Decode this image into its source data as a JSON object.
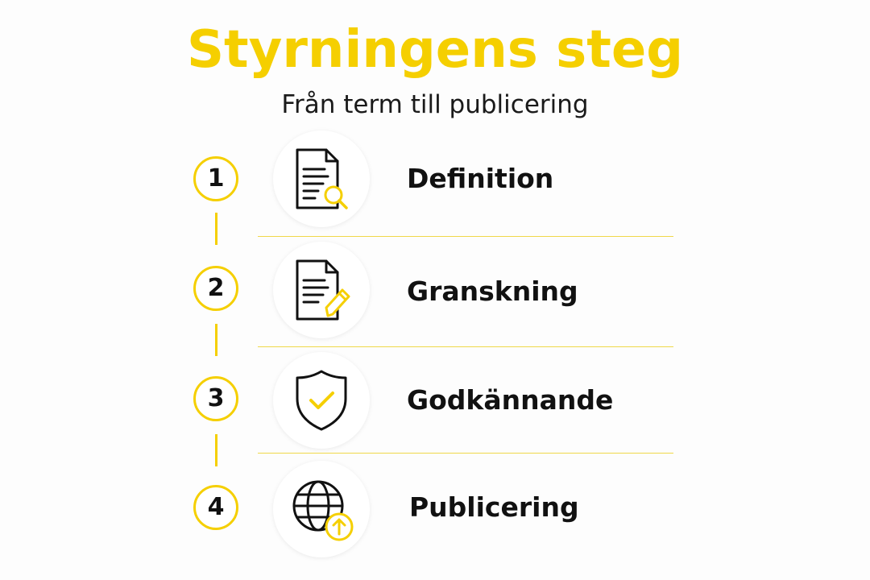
{
  "title": "Styrningens steg",
  "subtitle": "Från term till publicering",
  "accent_color": "#f5cf00",
  "steps": [
    {
      "number": "1",
      "label": "Definition",
      "icon": "document-search-icon"
    },
    {
      "number": "2",
      "label": "Granskning",
      "icon": "document-edit-icon"
    },
    {
      "number": "3",
      "label": "Godkännande",
      "icon": "shield-check-icon"
    },
    {
      "number": "4",
      "label": "Publicering",
      "icon": "globe-upload-icon"
    }
  ]
}
